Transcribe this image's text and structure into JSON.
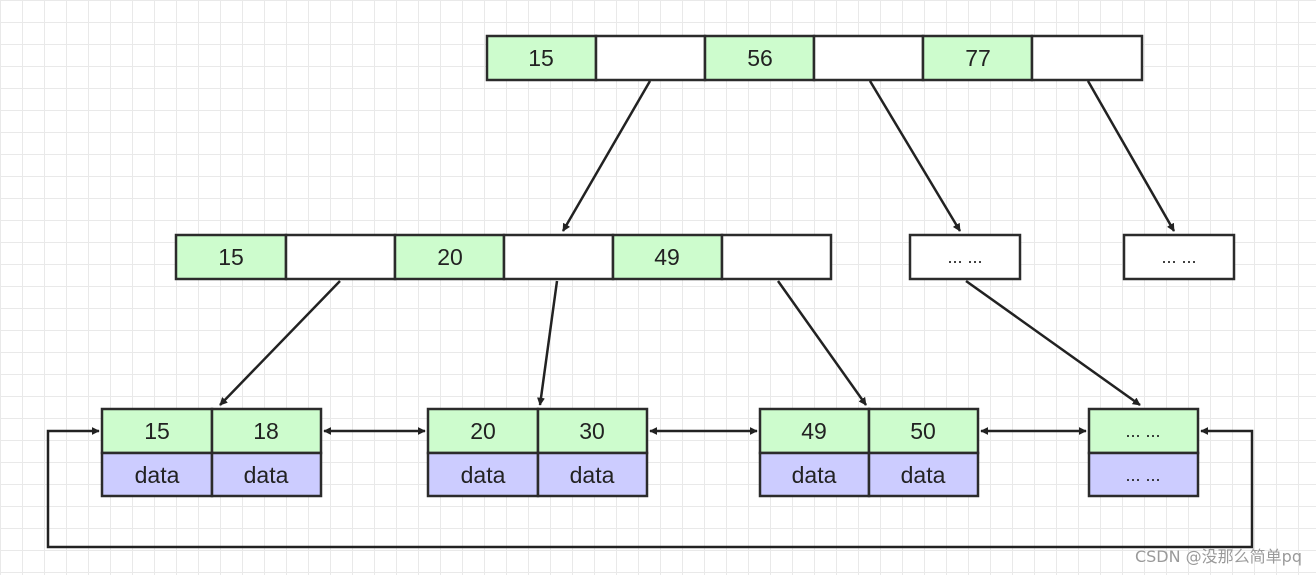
{
  "root": {
    "keys": [
      "15",
      "56",
      "77"
    ]
  },
  "internal": {
    "keys": [
      "15",
      "20",
      "49"
    ]
  },
  "placeholders": {
    "internal_1": "... ...",
    "internal_2": "... ..."
  },
  "leaves": [
    {
      "keys": [
        "15",
        "18"
      ],
      "data": [
        "data",
        "data"
      ]
    },
    {
      "keys": [
        "20",
        "30"
      ],
      "data": [
        "data",
        "data"
      ]
    },
    {
      "keys": [
        "49",
        "50"
      ],
      "data": [
        "data",
        "data"
      ]
    },
    {
      "keys": [
        "... ..."
      ],
      "data": [
        "... ..."
      ]
    }
  ],
  "watermark": "CSDN @没那么简单pq",
  "colors": {
    "key": "#cdfccd",
    "data": "#ccccff",
    "pointer": "#ffffff",
    "line": "#222222"
  }
}
